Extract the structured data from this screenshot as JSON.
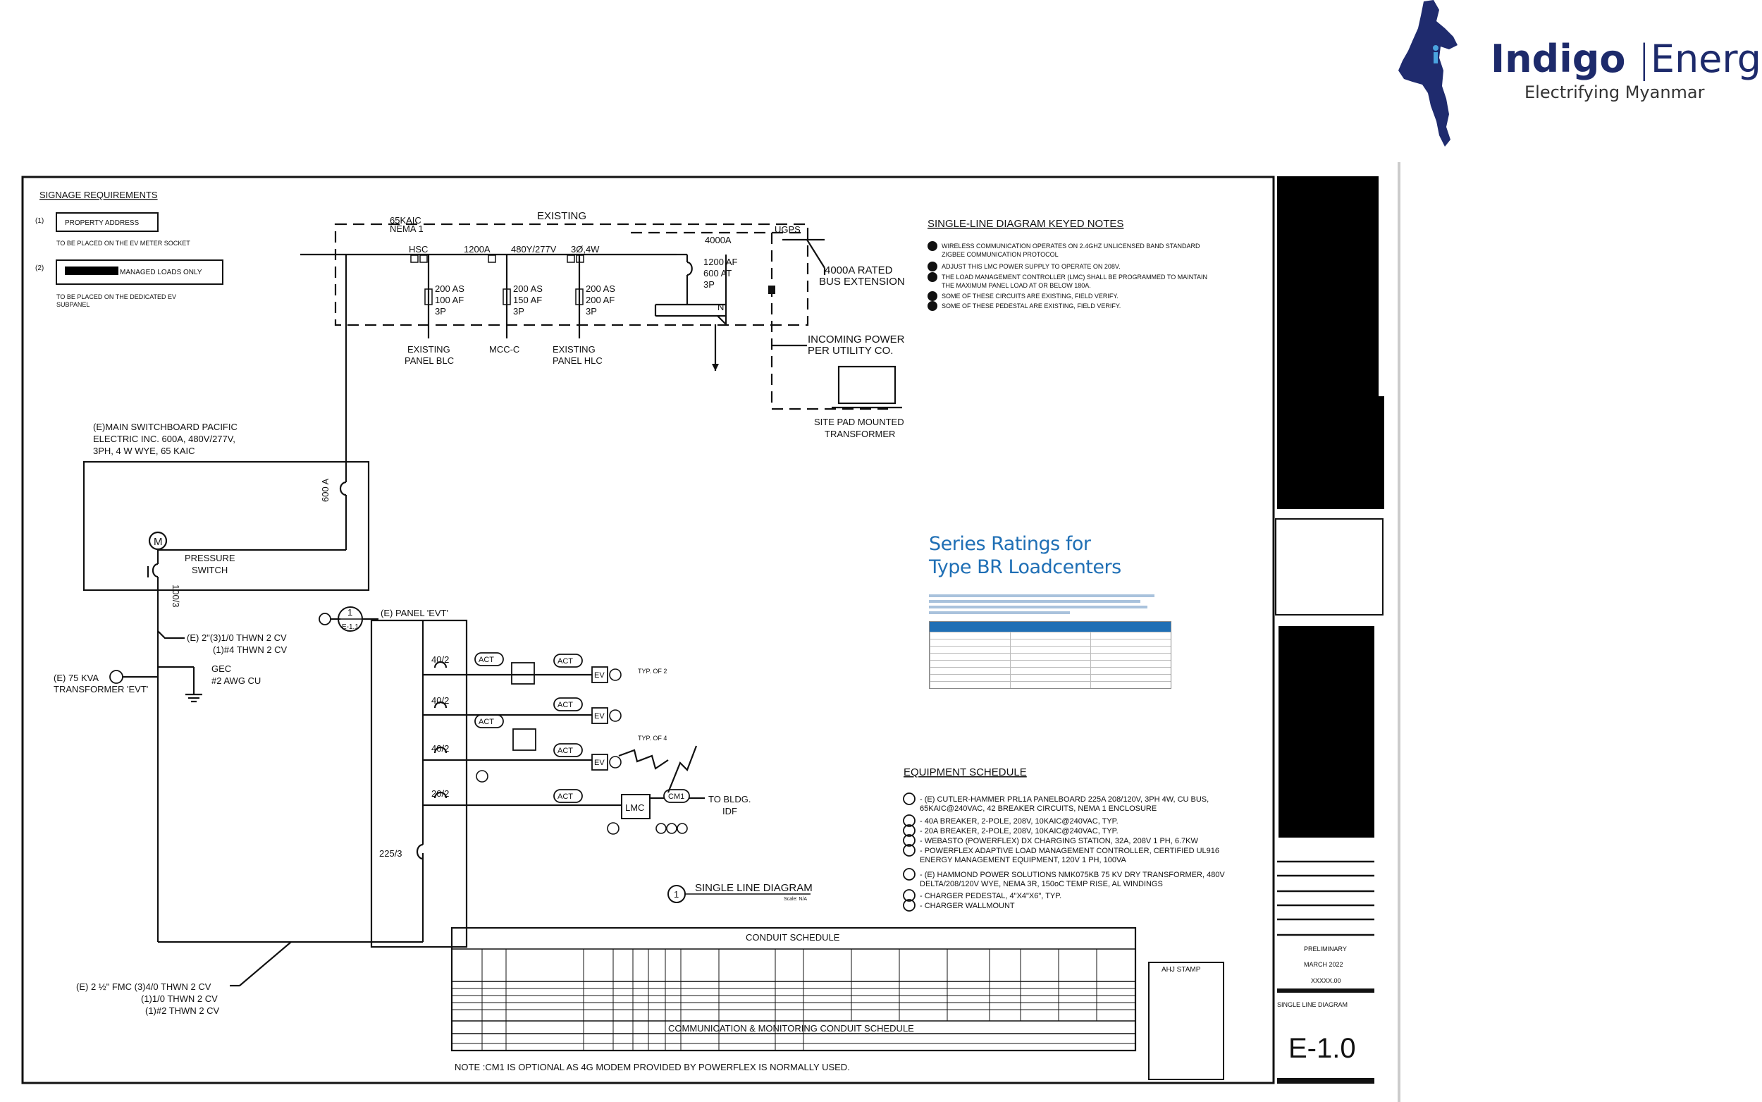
{
  "logo": {
    "brand_bold": "Indigo",
    "separator": "|",
    "brand_light": "Energy",
    "tagline": "Electrifying Myanmar",
    "icon": "myanmar-map-icon",
    "color": "#1d2a6b"
  },
  "signage": {
    "title": "SIGNAGE REQUIREMENTS",
    "item1_num": "(1)",
    "item1_box": "PROPERTY ADDRESS",
    "item1_note": "TO BE PLACED ON THE EV METER SOCKET",
    "item2_num": "(2)",
    "item2_box": "MANAGED LOADS ONLY",
    "item2_note1": "TO BE PLACED ON THE DEDICATED EV",
    "item2_note2": "SUBPANEL"
  },
  "diagram": {
    "existing": "EXISTING",
    "kaic_1": "65KAIC",
    "kaic_2": "NEMA 1",
    "hsc": "HSC",
    "amps_1200": "1200A",
    "volt_480": "480Y/277V",
    "wire_3p4w": "3Ø,4W",
    "amps_4000": "4000A",
    "ugps": "UGPS",
    "rated_bus_1": "4000A RATED",
    "rated_bus_2": "BUS EXTENSION",
    "br1_a": "200 AS",
    "br1_b": "100 AF",
    "br1_c": "3P",
    "br2_a": "200 AS",
    "br2_b": "150 AF",
    "br2_c": "3P",
    "br3_a": "200 AS",
    "br3_b": "200 AF",
    "br3_c": "3P",
    "main_a": "1200 AF",
    "main_b": "600 AT",
    "main_c": "3P",
    "neutral": "N",
    "panel_blc_1": "EXISTING",
    "panel_blc_2": "PANEL BLC",
    "mcc": "MCC-C",
    "panel_hlc_1": "EXISTING",
    "panel_hlc_2": "PANEL HLC",
    "incoming_1": "INCOMING POWER",
    "incoming_2": "PER UTILITY CO.",
    "site_pad_1": "SITE PAD MOUNTED",
    "site_pad_2": "TRANSFORMER",
    "msb_1": "(E)MAIN SWITCHBOARD PACIFIC",
    "msb_2": "ELECTRIC INC.  600A, 480V/277V,",
    "msb_3": "3PH, 4 W WYE, 65 KAIC",
    "amps_600": "600 A",
    "meter": "M",
    "amps_100_3": "100/3",
    "pressure_1": "PRESSURE",
    "pressure_2": "SWITCH",
    "feeder_1": "(E) 2\"(3)1/0 THWN 2 CV",
    "feeder_2": "(1)#4 THWN 2 CV",
    "xfmr_1": "(E) 75 KVA",
    "xfmr_2": "TRANSFORMER 'EVT'",
    "gec_1": "GEC",
    "gec_2": "#2 AWG CU",
    "panel_evt": "(E) PANEL 'EVT'",
    "ref_num": "1",
    "ref_sheet": "E-1.1",
    "bkr_40_1": "40/2",
    "bkr_40_2": "40/2",
    "bkr_40_3": "40/2",
    "bkr_20": "20/2",
    "bkr_225": "225/3",
    "act": "ACT",
    "ev": "EV",
    "typ_2": "TYP. OF 2",
    "typ_4": "TYP. OF 4",
    "lmc": "LMC",
    "cm1": "CM1",
    "to_bldg_1": "TO BLDG.",
    "to_bldg_2": "IDF",
    "conduit_1": "(E) 2 ½\" FMC (3)4/0 THWN 2 CV",
    "conduit_2": "(1)1/0 THWN 2 CV",
    "conduit_3": "(1)#2 THWN 2 CV",
    "sld_num": "1",
    "sld_title": "SINGLE LINE DIAGRAM",
    "sld_scale": "Scale: N/A"
  },
  "keyed_notes": {
    "title": "SINGLE-LINE DIAGRAM KEYED NOTES",
    "n1": "WIRELESS COMMUNICATION OPERATES ON 2.4GHZ UNLICENSED BAND STANDARD",
    "n1b": "ZIGBEE COMMUNICATION PROTOCOL",
    "n2": "ADJUST THIS LMC POWER SUPPLY TO OPERATE ON 208V.",
    "n3": "THE LOAD MANAGEMENT CONTROLLER (LMC) SHALL BE PROGRAMMED TO MAINTAIN",
    "n3b": "THE MAXIMUM PANEL LOAD AT OR BELOW 180A.",
    "n4": "SOME OF THESE CIRCUITS ARE EXISTING, FIELD VERIFY.",
    "n5": "SOME OF THESE PEDESTAL ARE EXISTING, FIELD VERIFY."
  },
  "series": {
    "title_1": "Series Ratings for",
    "title_2": "Type BR Loadcenters"
  },
  "equipment": {
    "title": "EQUIPMENT SCHEDULE",
    "e1": "- (E) CUTLER-HAMMER PRL1A PANELBOARD 225A 208/120V, 3PH 4W, CU BUS,",
    "e1b": "65KAIC@240VAC, 42 BREAKER CIRCUITS, NEMA 1 ENCLOSURE",
    "e2": "- 40A BREAKER, 2-POLE, 208V, 10KAIC@240VAC, TYP.",
    "e3": "- 20A BREAKER, 2-POLE, 208V, 10KAIC@240VAC, TYP.",
    "e4": "- WEBASTO (POWERFLEX) DX CHARGING STATION, 32A, 208V 1 PH, 6.7KW",
    "e5": "- POWERFLEX ADAPTIVE LOAD MANAGEMENT CONTROLLER, CERTIFIED UL916",
    "e5b": "ENERGY MANAGEMENT EQUIPMENT, 120V 1 PH, 100VA",
    "e6": "- (E) HAMMOND POWER SOLUTIONS NMK075KB 75 KV DRY TRANSFORMER, 480V",
    "e6b": "DELTA/208/120V WYE, NEMA 3R, 150oC TEMP RISE, AL WINDINGS",
    "e7": "- CHARGER PEDESTAL, 4\"X4\"X6\", TYP.",
    "e8": "- CHARGER WALLMOUNT"
  },
  "conduit": {
    "title": "CONDUIT SCHEDULE",
    "comm_title": "COMMUNICATION & MONITORING CONDUIT SCHEDULE",
    "note": "NOTE :CM1 IS OPTIONAL AS 4G MODEM PROVIDED BY POWERFLEX IS NORMALLY USED.",
    "stamp": "AHJ STAMP"
  },
  "title_block": {
    "status": "PRELIMINARY",
    "date": "MARCH 2022",
    "job": "XXXXX.00",
    "sheet_name": "SINGLE LINE DIAGRAM",
    "sheet_no": "E-1.0"
  }
}
